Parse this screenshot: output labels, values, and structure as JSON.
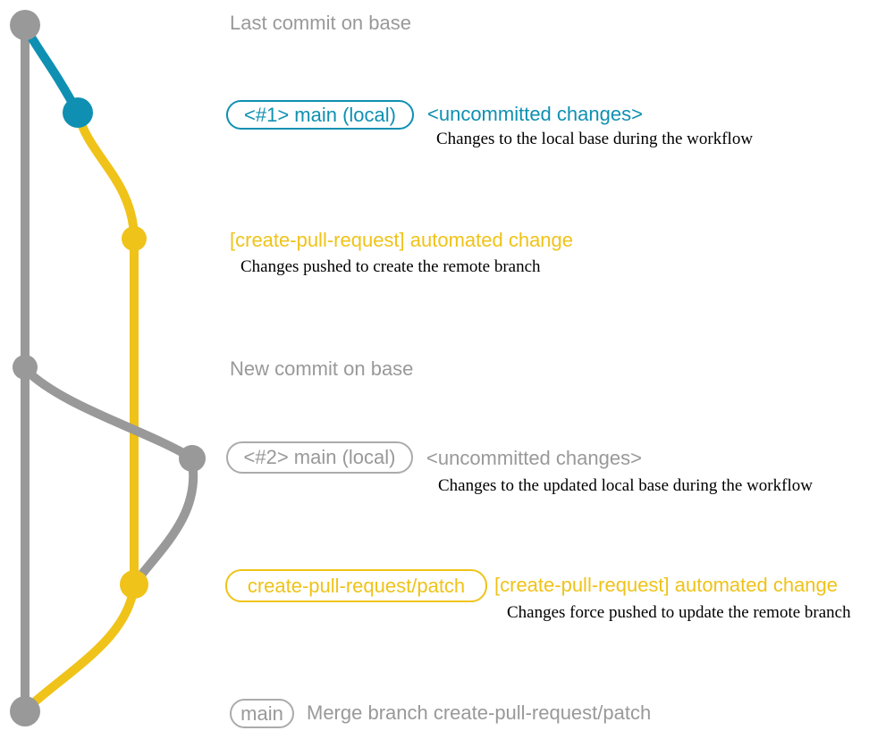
{
  "colors": {
    "gray": "#999999",
    "blue": "#0F90B2",
    "yellow": "#EFC319",
    "desc_text": "#000000",
    "background": "#FFFFFF"
  },
  "annotations": {
    "last_commit": {
      "label": "Last commit on base"
    },
    "commit1": {
      "badge": "<#1> main (local)",
      "title": "<uncommitted changes>",
      "desc": "Changes to the local base during the workflow"
    },
    "push1": {
      "title": "[create-pull-request] automated change",
      "desc": "Changes pushed to create the remote branch"
    },
    "new_commit": {
      "label": "New commit on base"
    },
    "commit2": {
      "badge": "<#2> main (local)",
      "title": "<uncommitted changes>",
      "desc": "Changes to the updated local base during the workflow"
    },
    "push2": {
      "badge": "create-pull-request/patch",
      "title": "[create-pull-request] automated change",
      "desc": "Changes force pushed to update the remote branch"
    },
    "merge": {
      "badge": "main",
      "title": "Merge branch create-pull-request/patch"
    }
  }
}
